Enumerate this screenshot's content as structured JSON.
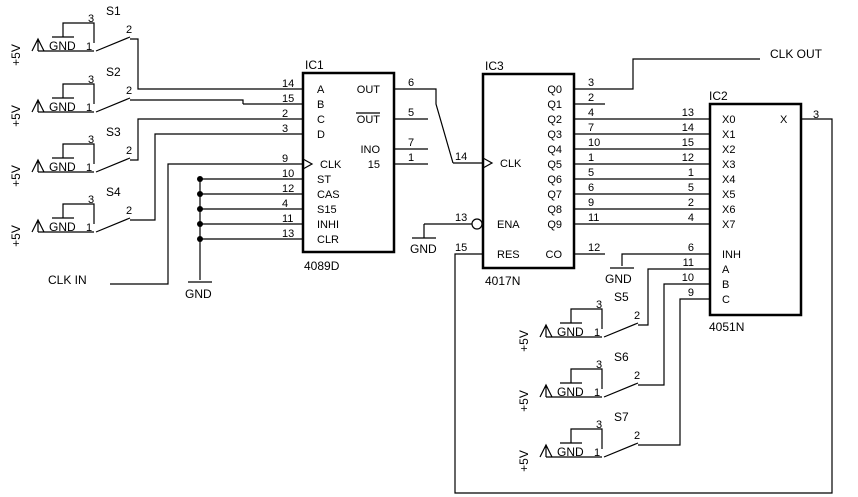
{
  "switches": [
    {
      "label": "S1",
      "pin1": "1",
      "pin2": "2",
      "pin3": "3",
      "gnd": "GND",
      "vcc": "+5V"
    },
    {
      "label": "S2",
      "pin1": "1",
      "pin2": "2",
      "pin3": "3",
      "gnd": "GND",
      "vcc": "+5V"
    },
    {
      "label": "S3",
      "pin1": "1",
      "pin2": "2",
      "pin3": "3",
      "gnd": "GND",
      "vcc": "+5V"
    },
    {
      "label": "S4",
      "pin1": "1",
      "pin2": "2",
      "pin3": "3",
      "gnd": "GND",
      "vcc": "+5V"
    },
    {
      "label": "S5",
      "pin1": "1",
      "pin2": "2",
      "pin3": "3",
      "gnd": "GND",
      "vcc": "+5V"
    },
    {
      "label": "S6",
      "pin1": "1",
      "pin2": "2",
      "pin3": "3",
      "gnd": "GND",
      "vcc": "+5V"
    },
    {
      "label": "S7",
      "pin1": "1",
      "pin2": "2",
      "pin3": "3",
      "gnd": "GND",
      "vcc": "+5V"
    }
  ],
  "ic1": {
    "ref": "IC1",
    "part": "4089D",
    "left_pins": [
      {
        "name": "A",
        "num": "14"
      },
      {
        "name": "B",
        "num": "15"
      },
      {
        "name": "C",
        "num": "2"
      },
      {
        "name": "D",
        "num": "3"
      },
      {
        "name": "CLK",
        "num": "9"
      },
      {
        "name": "ST",
        "num": "10"
      },
      {
        "name": "CAS",
        "num": "12"
      },
      {
        "name": "S15",
        "num": "4"
      },
      {
        "name": "INHI",
        "num": "11"
      },
      {
        "name": "CLR",
        "num": "13"
      }
    ],
    "right_pins": [
      {
        "name": "OUT",
        "num": "6"
      },
      {
        "name": "OUT",
        "num": "5"
      },
      {
        "name": "INO",
        "num": "7"
      },
      {
        "name": "15",
        "num": "1"
      }
    ]
  },
  "ic3": {
    "ref": "IC3",
    "part": "4017N",
    "left_pins": [
      {
        "name": "CLK",
        "num": "14"
      },
      {
        "name": "ENA",
        "num": "13"
      },
      {
        "name": "RES",
        "num": "15"
      }
    ],
    "right_pins": [
      {
        "name": "Q0",
        "num": "3"
      },
      {
        "name": "Q1",
        "num": "2"
      },
      {
        "name": "Q2",
        "num": "4"
      },
      {
        "name": "Q3",
        "num": "7"
      },
      {
        "name": "Q4",
        "num": "10"
      },
      {
        "name": "Q5",
        "num": "1"
      },
      {
        "name": "Q6",
        "num": "5"
      },
      {
        "name": "Q7",
        "num": "6"
      },
      {
        "name": "Q8",
        "num": "9"
      },
      {
        "name": "Q9",
        "num": "11"
      },
      {
        "name": "CO",
        "num": "12"
      }
    ]
  },
  "ic2": {
    "ref": "IC2",
    "part": "4051N",
    "left_pins": [
      {
        "name": "X0",
        "num": "13"
      },
      {
        "name": "X1",
        "num": "14"
      },
      {
        "name": "X2",
        "num": "15"
      },
      {
        "name": "X3",
        "num": "12"
      },
      {
        "name": "X4",
        "num": "1"
      },
      {
        "name": "X5",
        "num": "5"
      },
      {
        "name": "X6",
        "num": "2"
      },
      {
        "name": "X7",
        "num": "4"
      },
      {
        "name": "INH",
        "num": "6"
      },
      {
        "name": "A",
        "num": "11"
      },
      {
        "name": "B",
        "num": "10"
      },
      {
        "name": "C",
        "num": "9"
      }
    ],
    "right_pins": [
      {
        "name": "X",
        "num": "3"
      }
    ]
  },
  "labels": {
    "clk_in": "CLK IN",
    "clk_out": "CLK OUT",
    "gnd": "GND"
  }
}
